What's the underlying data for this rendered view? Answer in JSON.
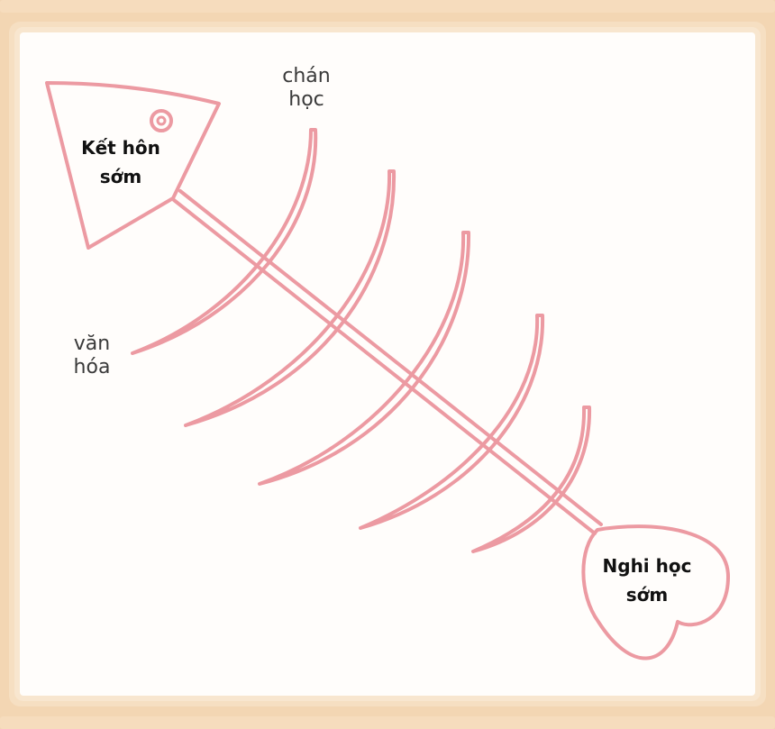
{
  "colors": {
    "stroke": "#ec9aa2",
    "paper": "#fffdfb",
    "border": "#f3d6b3"
  },
  "head": {
    "line1": "Kết hôn",
    "line2": "sớm"
  },
  "tail": {
    "line1": "Nghi học",
    "line2": "sớm"
  },
  "labels": {
    "top": {
      "line1": "chán",
      "line2": "học"
    },
    "left": {
      "line1": "văn",
      "line2": "hóa"
    }
  }
}
